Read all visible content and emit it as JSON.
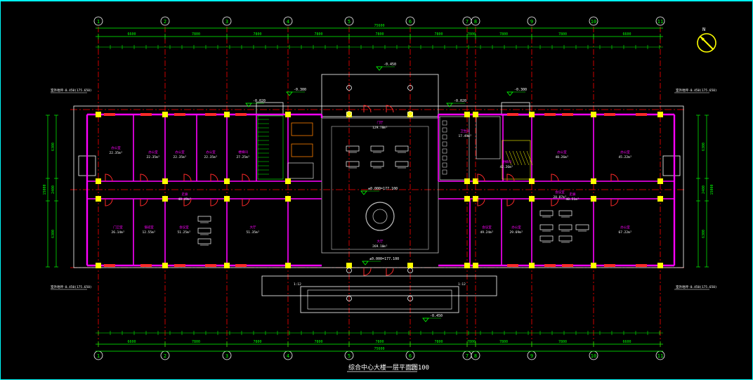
{
  "drawing": {
    "title": "综合中心大楼一层平面图",
    "scale": "1:100",
    "colors": {
      "background": "#000000",
      "frame": "#00ffff",
      "wall": "#ff00ff",
      "axis": "#ff0000",
      "dimension": "#00ff00",
      "column": "#ffff00",
      "text": "#ffffff",
      "structure": "#c0c0c0"
    }
  },
  "grid": {
    "axes": [
      "1",
      "2",
      "3",
      "4",
      "5",
      "6",
      "7",
      "8",
      "9",
      "10",
      "11"
    ],
    "top_spans": [
      "6600",
      "7800",
      "7800",
      "7800",
      "7800",
      "7800",
      "7800",
      "7800",
      "7800",
      "6600"
    ],
    "total_length": "75600",
    "bottom_spans": [
      "6600",
      "7800",
      "7800",
      "7800",
      "7800",
      "7800",
      "7800",
      "7800",
      "7800",
      "6600"
    ]
  },
  "side_dims": {
    "left": [
      "6300",
      "2400",
      "6300"
    ],
    "left_total": "15000",
    "right": [
      "6300",
      "2400",
      "6300"
    ],
    "right_total": "15000"
  },
  "rooms": [
    {
      "name": "办公室",
      "area": "22.35m²"
    },
    {
      "name": "办公室",
      "area": "22.35m²"
    },
    {
      "name": "办公室",
      "area": "22.35m²"
    },
    {
      "name": "办公室",
      "area": "22.35m²"
    },
    {
      "name": "楼梯间",
      "area": "27.25m²"
    },
    {
      "name": "门厅",
      "area": "129.78m²"
    },
    {
      "name": "卫生间",
      "area": "17.49m²"
    },
    {
      "name": "楼梯间",
      "area": "42.26m²"
    },
    {
      "name": "办公室",
      "area": "40.26m²"
    },
    {
      "name": "办公室",
      "area": "45.22m²"
    },
    {
      "name": "走廊",
      "area": "48.49m²"
    },
    {
      "name": "门卫室",
      "area": "26.14m²"
    },
    {
      "name": "值班室",
      "area": "12.55m²"
    },
    {
      "name": "会议室",
      "area": "51.25m²"
    },
    {
      "name": "大厅",
      "area": "51.35m²"
    },
    {
      "name": "大厅",
      "area": "269.10m²"
    },
    {
      "name": "会议室",
      "area": "49.24m²"
    },
    {
      "name": "办公室",
      "area": "29.69m²"
    },
    {
      "name": "会议室",
      "area": "28.87m²"
    },
    {
      "name": "办公室",
      "area": "67.22m²"
    },
    {
      "name": "走廊",
      "area": "40.51m²"
    }
  ],
  "elevations": {
    "main": "±0.000=177.100",
    "entrance": "-0.450",
    "side": "-0.300",
    "ramp": "-0.020"
  },
  "notes": {
    "left_top": "室外地坪-0.450(175.650)",
    "left_bottom": "室外地坪-0.450(175.650)",
    "right_top": "室外地坪-0.450(175.650)",
    "right_bottom": "室外地坪-0.450(175.650)",
    "entrance_top": "1:12",
    "entrance_bottom": "1:12"
  }
}
